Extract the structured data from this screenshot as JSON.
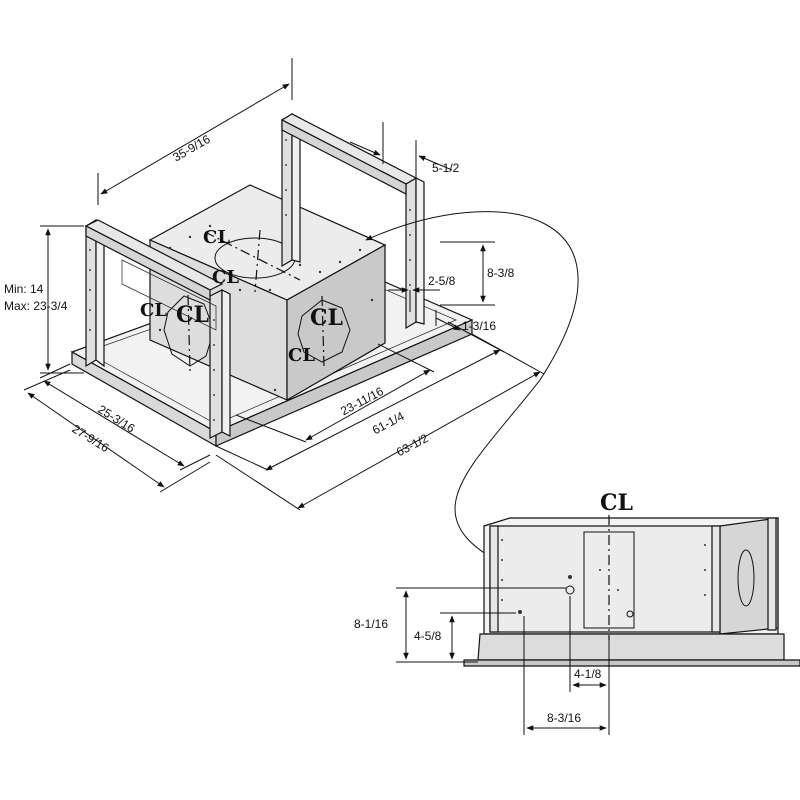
{
  "drawing": {
    "main_view": {
      "dimensions": {
        "frame_width": "35-9/16",
        "top_offset": "5-1/2",
        "height_min": "Min: 14",
        "height_max": "Max: 23-3/4",
        "right_offset": "2-5/8",
        "right_height": "8-3/8",
        "side_offset": "1-3/16",
        "depth_inner": "25-3/16",
        "depth_outer": "27-9/16",
        "body_length": "23-11/16",
        "length_inner": "61-1/4",
        "length_outer": "63-1/2"
      },
      "centerline_symbol": "CL"
    },
    "detail_view": {
      "dimensions": {
        "height_outer": "8-1/16",
        "height_inner": "4-5/8",
        "horiz_inner": "4-1/8",
        "horiz_outer": "8-3/16"
      },
      "centerline_symbol": "CL"
    }
  }
}
